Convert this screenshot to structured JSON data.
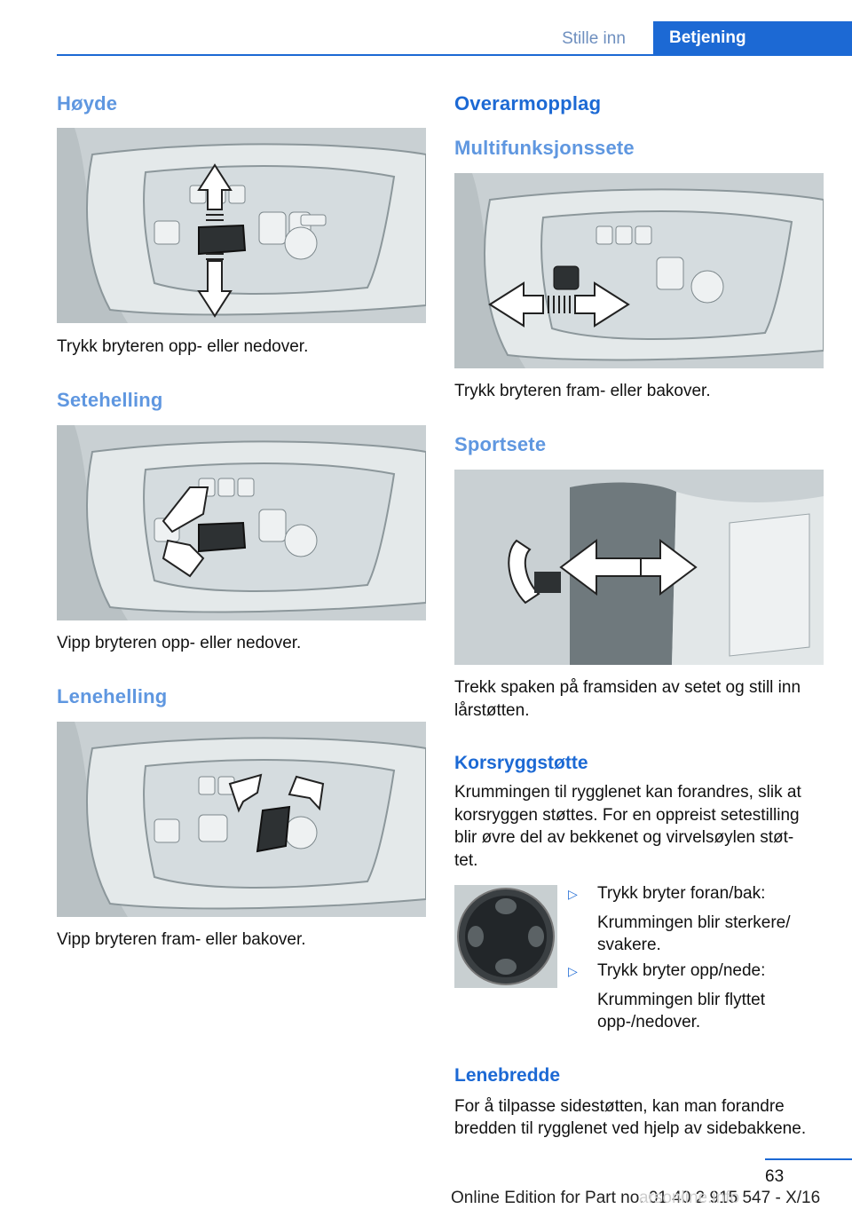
{
  "header": {
    "tab_section": "Stille inn",
    "tab_chapter": "Betjening"
  },
  "left": {
    "hoyde": {
      "heading": "Høyde",
      "caption": "Trykk bryteren opp- eller nedover."
    },
    "setehelling": {
      "heading": "Setehelling",
      "caption": "Vipp bryteren opp- eller nedover."
    },
    "lenehelling": {
      "heading": "Lenehelling",
      "caption": "Vipp bryteren fram- eller bakover."
    }
  },
  "right": {
    "overarm": {
      "heading": "Overarmopplag"
    },
    "multi": {
      "heading": "Multifunksjonssete",
      "caption": "Trykk bryteren fram- eller bakover."
    },
    "sport": {
      "heading": "Sportsete",
      "caption_line1": "Trekk spaken på framsiden av setet og still inn",
      "caption_line2": "lårstøtten."
    },
    "korsrygg": {
      "heading": "Korsryggstøtte",
      "lines": [
        "Krummingen til rygglenet kan forandres, slik at",
        "korsryggen støttes. For en oppreist setestilling",
        "blir øvre del av bekkenet og virvelsøylen støt-",
        "tet."
      ],
      "items": [
        {
          "bullet": "▷",
          "title": "Trykk bryter foran/bak:",
          "desc_line1": "Krummingen blir sterkere/",
          "desc_line2": "svakere."
        },
        {
          "bullet": "▷",
          "title": "Trykk bryter opp/nede:",
          "desc_line1": "Krummingen blir flyttet",
          "desc_line2": "opp-/nedover."
        }
      ]
    },
    "lenebredde": {
      "heading": "Lenebredde",
      "line1": "For å tilpasse sidestøtten, kan man forandre",
      "line2": "bredden til rygglenet ved hjelp av sidebakkene."
    }
  },
  "footer": {
    "page_number": "63",
    "online_edition": "Online Edition for Part no. 01 40 2 915 547 - X/16",
    "watermark": "arsonline.info"
  }
}
